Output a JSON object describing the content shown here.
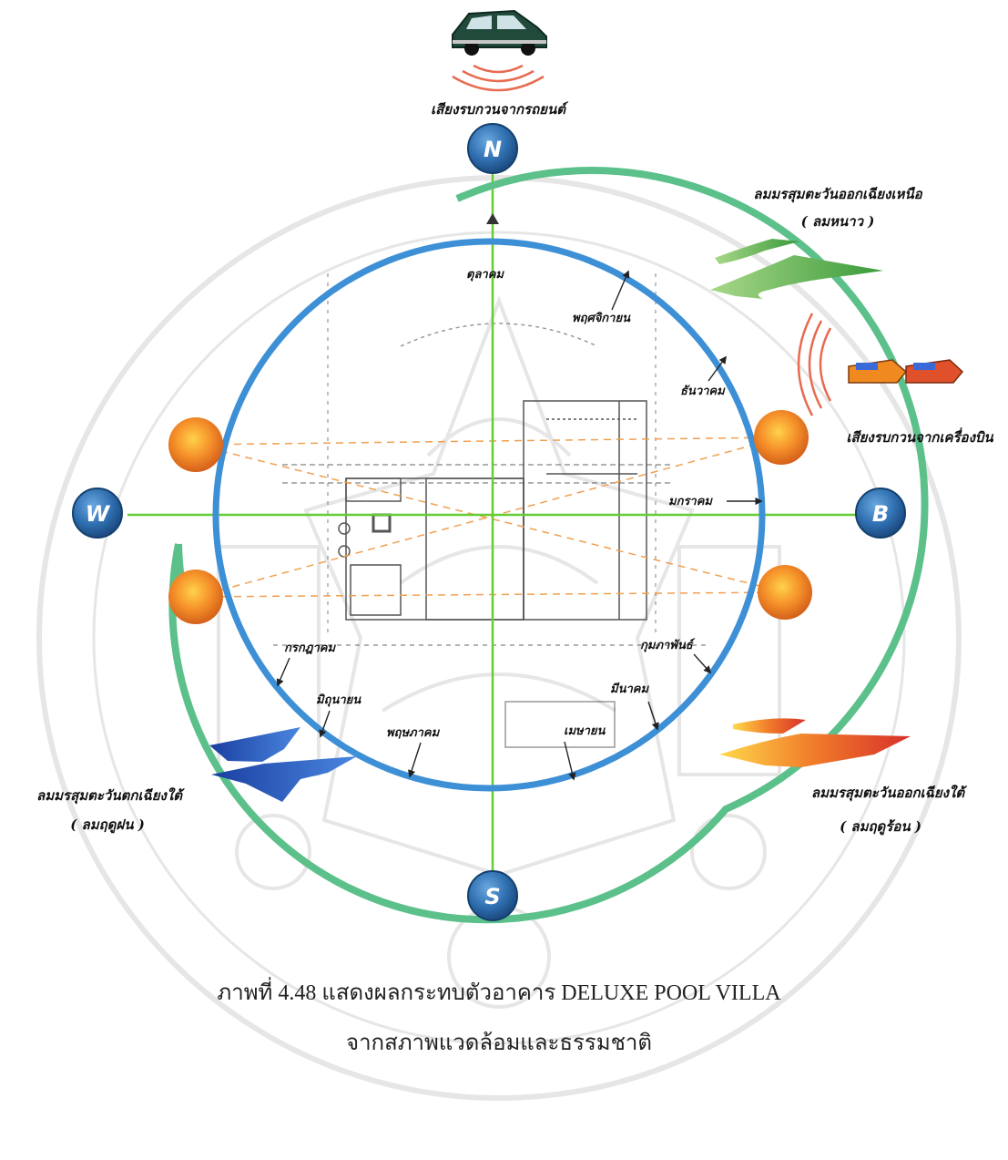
{
  "compass": {
    "north": "N",
    "east": "B",
    "south": "S",
    "west": "W"
  },
  "sources": {
    "car_noise": "เสียงรบกวนจากรถยนต์",
    "machine_noise": "เสียงรบกวนจากเครื่องบิน"
  },
  "winds": {
    "northeast": {
      "label": "ลมมรสุมตะวันออกเฉียงเหนือ",
      "note": "( ลมหนาว )"
    },
    "southwest": {
      "label": "ลมมรสุมตะวันตกเฉียงใต้",
      "note": "( ลมฤดูฝน )"
    },
    "southeast": {
      "label": "ลมมรสุมตะวันออกเฉียงใต้",
      "note": "( ลมฤดูร้อน )"
    }
  },
  "months": {
    "oct": "ตุลาคม",
    "nov": "พฤศจิกายน",
    "dec": "ธันวาคม",
    "jan": "มกราคม",
    "feb": "กุมภาพันธ์",
    "mar": "มีนาคม",
    "apr": "เมษายน",
    "may": "พฤษภาคม",
    "jun": "มิถุนายน",
    "jul": "กรกฎาคม"
  },
  "caption": {
    "line1": "ภาพที่ 4.48 แสดงผลกระทบตัวอาคาร DELUXE POOL VILLA",
    "line2": "จากสภาพแวดล้อมและธรรมชาติ"
  },
  "colors": {
    "orbit_blue": "#3d8fd6",
    "orbit_green": "#5cc08a",
    "axis_green": "#66cc33",
    "sun_orange": "#f5902a",
    "compass_blue": "#2f6fb0",
    "wind_green": "#5fb24a",
    "wind_blue": "#2a5fc4",
    "wind_red": "#e8502a"
  }
}
